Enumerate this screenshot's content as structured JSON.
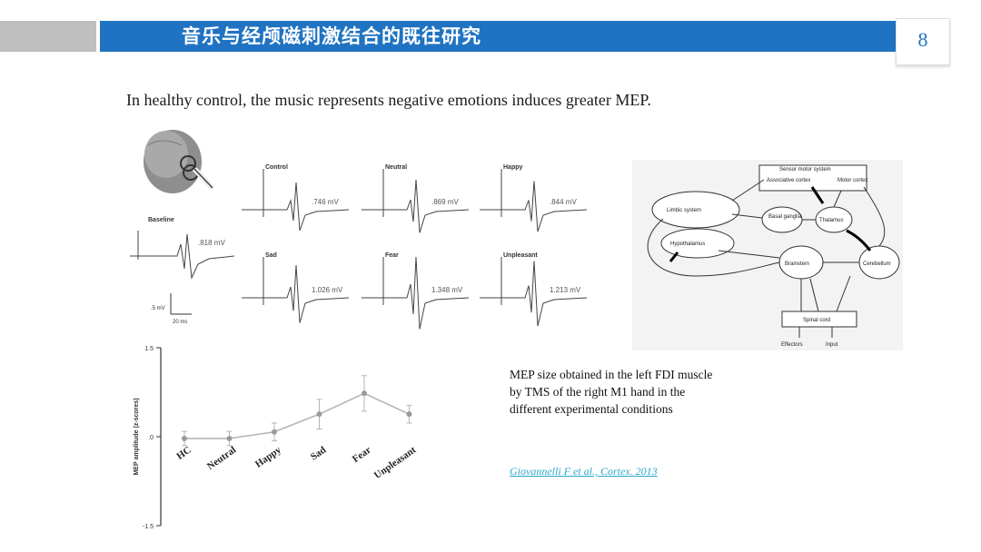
{
  "header": {
    "title": "音乐与经颅磁刺激结合的既往研究",
    "page_number": "8"
  },
  "subtitle": "In healthy control, the music represents negative emotions induces greater MEP.",
  "mep_traces": {
    "baseline": {
      "label": "Baseline",
      "value": ".818 mV"
    },
    "scale": {
      "voltage": ".5 mV",
      "time": "20 ms"
    },
    "conditions": [
      {
        "label": "Control",
        "value": ".746 mV"
      },
      {
        "label": "Neutral",
        "value": ".869 mV"
      },
      {
        "label": "Happy",
        "value": ".844 mV"
      },
      {
        "label": "Sad",
        "value": "1.026 mV"
      },
      {
        "label": "Fear",
        "value": "1.348 mV"
      },
      {
        "label": "Unpleasant",
        "value": "1.213 mV"
      }
    ]
  },
  "chart_data": {
    "type": "line",
    "title": "",
    "xlabel": "",
    "ylabel": "MEP amplitude (z-scores)",
    "categories": [
      "HC",
      "Neutral",
      "Happy",
      "Sad",
      "Fear",
      "Unpleasant"
    ],
    "series": [
      {
        "values": [
          -0.03,
          -0.03,
          0.08,
          0.38,
          0.73,
          0.38
        ],
        "errors": [
          0.12,
          0.12,
          0.15,
          0.25,
          0.3,
          0.15
        ]
      }
    ],
    "ylim": [
      -1.5,
      1.5
    ],
    "yticks": [
      "1.5",
      ".0",
      "-1.5"
    ],
    "grid": false,
    "colors": {
      "line": "#b5b5b5",
      "marker": "#9a9a9a",
      "axis": "#333333"
    }
  },
  "caption": "MEP size obtained in the left FDI muscle by TMS of the right M1 hand in the different experimental conditions",
  "citation": "Giovannelli F et al., Cortex. 2013",
  "diagram": {
    "labels": {
      "sensor_motor_system": "Sensor motor system",
      "associative_cortex": "Associative cortex",
      "motor_cortex": "Motor cortex",
      "limbic_system": "Limbic system",
      "basal_ganglia": "Basal ganglia",
      "thalamus": "Thalamus",
      "hypothalamus": "Hypothalamus",
      "brainstem": "Brainstem",
      "cerebellum": "Cerebellum",
      "spinal_cord": "Spinal cord",
      "effectors": "Effectors",
      "input": "Input"
    }
  },
  "colors": {
    "header_blue": "#1f73c2",
    "header_gray": "#bfbfbf",
    "citation": "#2aa7c9"
  }
}
